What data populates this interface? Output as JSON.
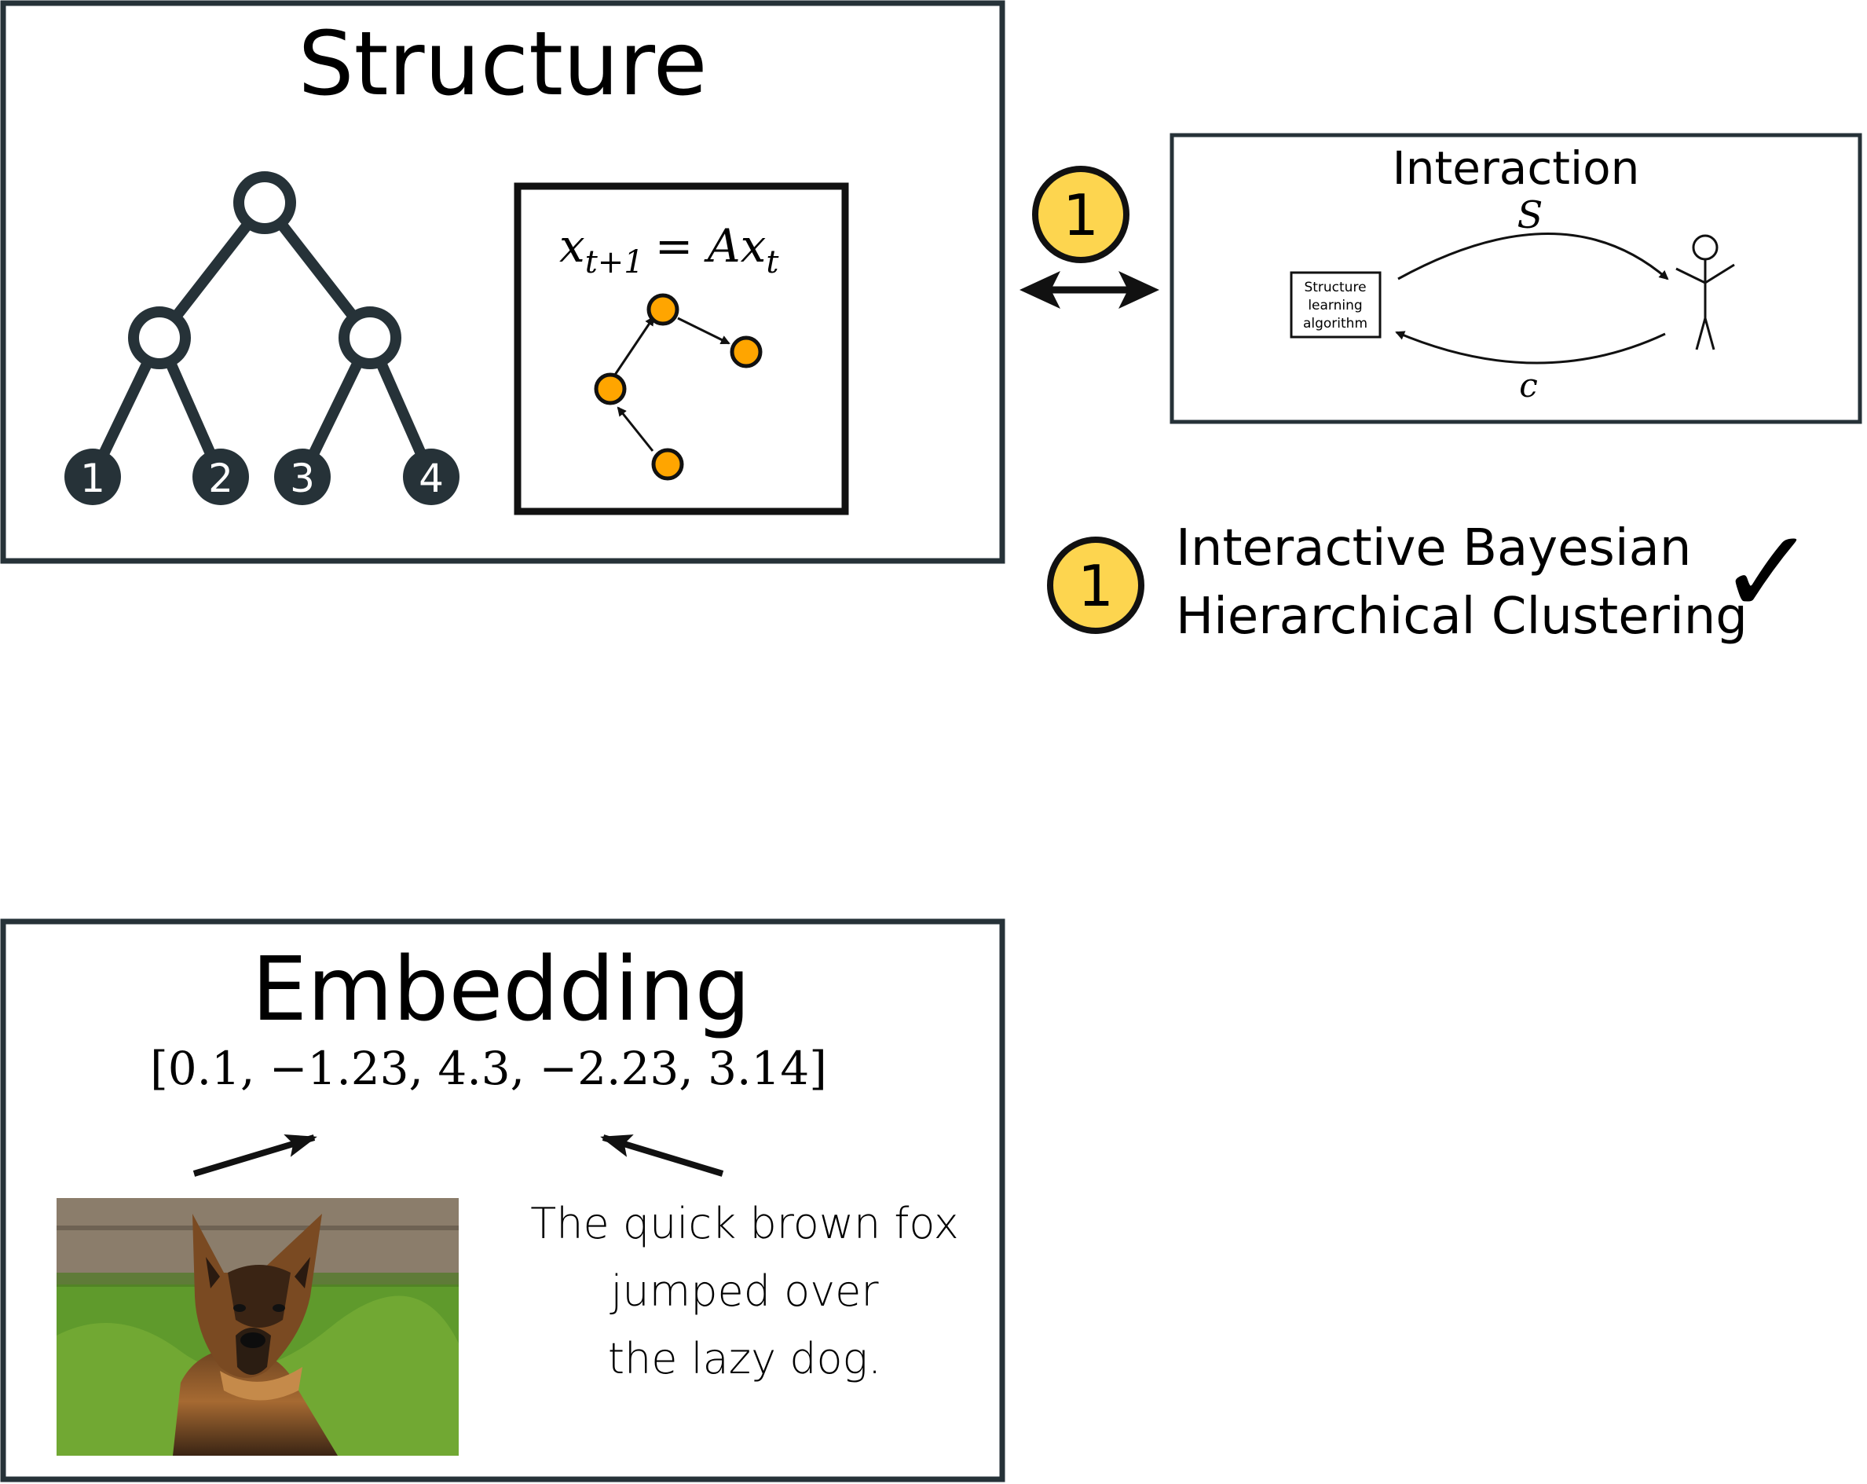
{
  "structure": {
    "title": "Structure",
    "tree_leaves": [
      "1",
      "2",
      "3",
      "4"
    ],
    "equation": "x",
    "equation_sub": "t+1",
    "equation_rhs": "= Ax",
    "equation_rhs_sub": "t"
  },
  "badge": {
    "number": "1"
  },
  "interaction": {
    "title": "Interaction",
    "algo_box": [
      "Structure",
      "learning",
      "algorithm"
    ],
    "arrow_top_label": "S",
    "arrow_bottom_label": "c"
  },
  "legend": {
    "number": "1",
    "lines": [
      "Interactive Bayesian",
      "Hierarchical Clustering"
    ],
    "check": "✓"
  },
  "embedding": {
    "title": "Embedding",
    "vector": "[0.1, −1.23, 4.3, −2.23, 3.14]",
    "text_lines": [
      "The quick brown fox",
      "jumped over",
      "the lazy dog."
    ]
  },
  "colors": {
    "dark": "#263238",
    "badge_fill": "#fdd54f",
    "node_fill": "#ffa500",
    "grass": "#5f9a2c",
    "fence": "#8b7d6b"
  }
}
